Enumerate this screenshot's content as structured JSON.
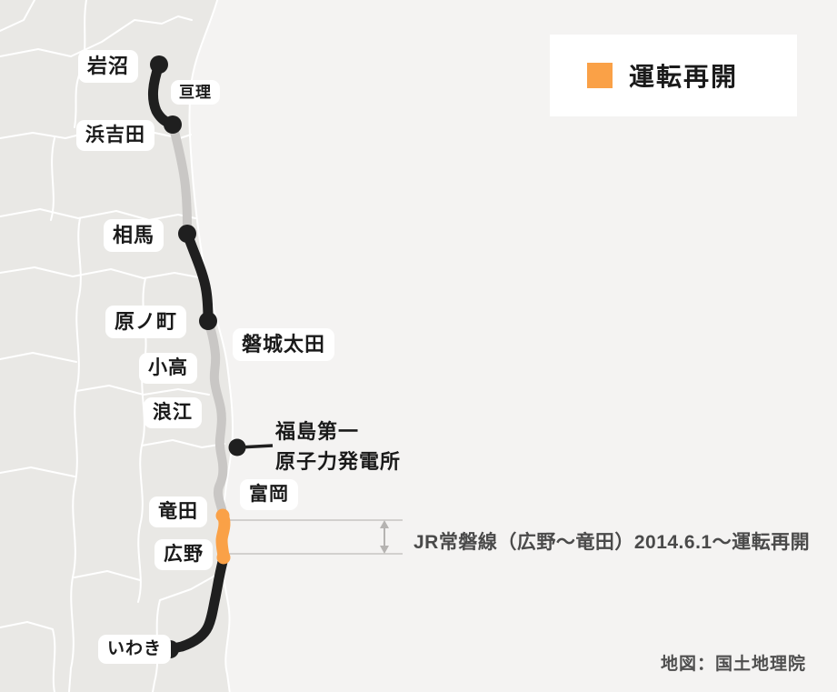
{
  "legend": {
    "label": "運転再開",
    "resumed_color": "#FAA147"
  },
  "stations": [
    {
      "id": "iwanuma",
      "label": "岩沼"
    },
    {
      "id": "watari",
      "label": "亘理"
    },
    {
      "id": "hamayoshida",
      "label": "浜吉田"
    },
    {
      "id": "soma",
      "label": "相馬"
    },
    {
      "id": "haranomachi",
      "label": "原ノ町"
    },
    {
      "id": "iwaki-ota",
      "label": "磐城太田"
    },
    {
      "id": "odaka",
      "label": "小高"
    },
    {
      "id": "namie",
      "label": "浪江"
    },
    {
      "id": "tomioka",
      "label": "富岡"
    },
    {
      "id": "tatsuta",
      "label": "竜田"
    },
    {
      "id": "hirono",
      "label": "広野"
    },
    {
      "id": "iwaki",
      "label": "いわき"
    }
  ],
  "landmark": {
    "line1": "福島第一",
    "line2": "原子力発電所"
  },
  "annotation": {
    "text": "JR常磐線（広野～竜田）2014.6.1～運転再開"
  },
  "credit": {
    "text": "地図：国土地理院"
  },
  "colors": {
    "rail_active": "#1f1f1f",
    "rail_suspended": "#c9c7c5",
    "rail_resumed": "#FAA147",
    "land": "#e9e8e5",
    "sea": "#f4f3f2"
  }
}
